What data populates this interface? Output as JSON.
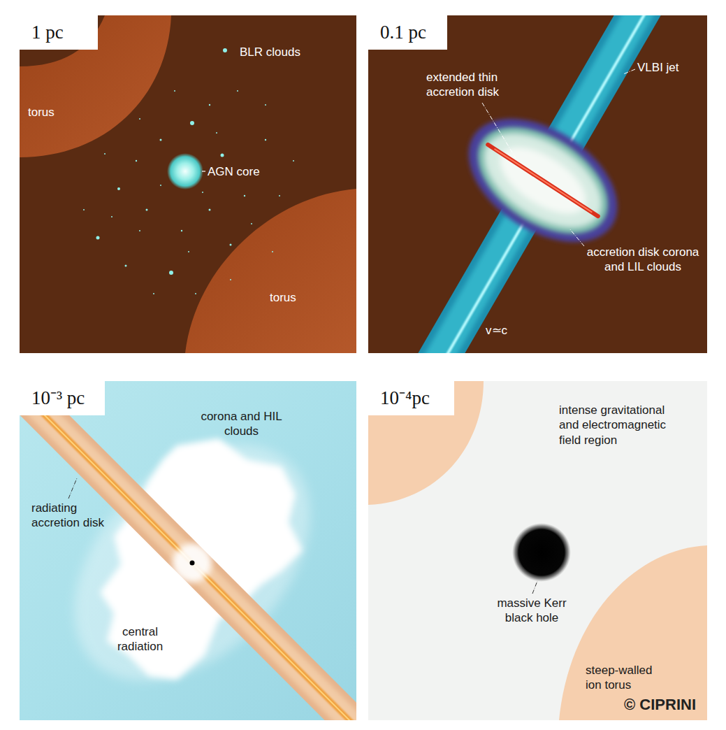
{
  "diagram": {
    "nodes": [
      {
        "text": [
          "1 pc"
        ]
      },
      {
        "text": [
          "0.1 pc"
        ]
      },
      {
        "text": [
          "10⁻³ pc"
        ]
      },
      {
        "text": [
          "10⁻⁴pc"
        ]
      }
    ],
    "labels": [
      "BLR clouds",
      "torus",
      "AGN core",
      "torus",
      "VLBI jet",
      "extended thin accretion disk",
      "accretion disk corona and LIL clouds",
      "v≃c",
      "corona and HIL clouds",
      "radiating accretion disk",
      "central radiation",
      "intense gravitational and electromagnetic field region",
      "massive Kerr black hole",
      "steep-walled ion torus",
      "© CIPRINI"
    ]
  }
}
